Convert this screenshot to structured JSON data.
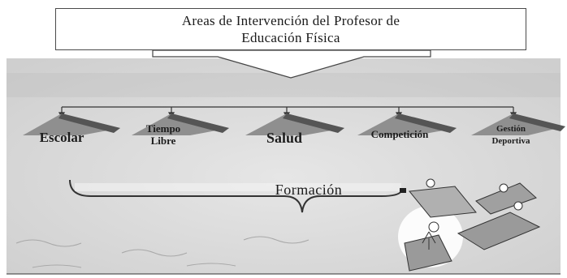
{
  "title": {
    "line1": "Areas de Intervención del Profesor de",
    "line2": "Educación Física"
  },
  "areas": [
    {
      "line1": "Escolar",
      "line2": ""
    },
    {
      "line1": "Tiempo",
      "line2": "Libre"
    },
    {
      "line1": "Salud",
      "line2": ""
    },
    {
      "line1": "Competición",
      "line2": ""
    },
    {
      "line1": "Gestión",
      "line2": "Deportiva"
    }
  ],
  "base": {
    "label": "Formación"
  },
  "colors": {
    "background_haze": "#dcdcdc",
    "roof_dark": "#5a5a5a",
    "roof_light": "#9a9a9a",
    "line": "#333333"
  }
}
